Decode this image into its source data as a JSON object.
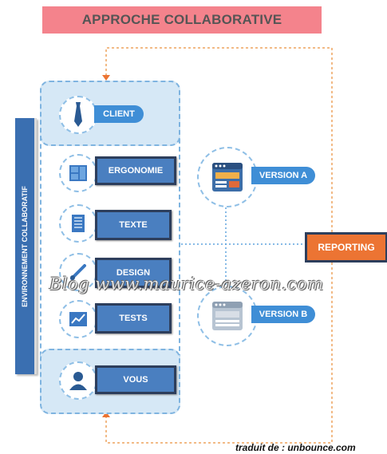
{
  "title": "APPROCHE COLLABORATIVE",
  "sidebar_label": "ENVIRONNEMENT COLLABORATIF",
  "client_label": "CLIENT",
  "items": [
    {
      "label": "ERGONOMIE",
      "icon": "layout-icon"
    },
    {
      "label": "TEXTE",
      "icon": "document-icon"
    },
    {
      "label": "DESIGN",
      "icon": "brush-icon"
    },
    {
      "label": "TESTS",
      "icon": "chart-icon"
    }
  ],
  "vous_label": "VOUS",
  "version_a": "VERSION A",
  "version_b": "VERSION B",
  "reporting": "REPORTING",
  "watermark": "Blog www.maurice-azeron.com",
  "credit": "traduit de : unbounce.com",
  "colors": {
    "accent_orange": "#ec7433",
    "box_blue": "#4a7fc0",
    "title_pink": "#f4838c"
  }
}
